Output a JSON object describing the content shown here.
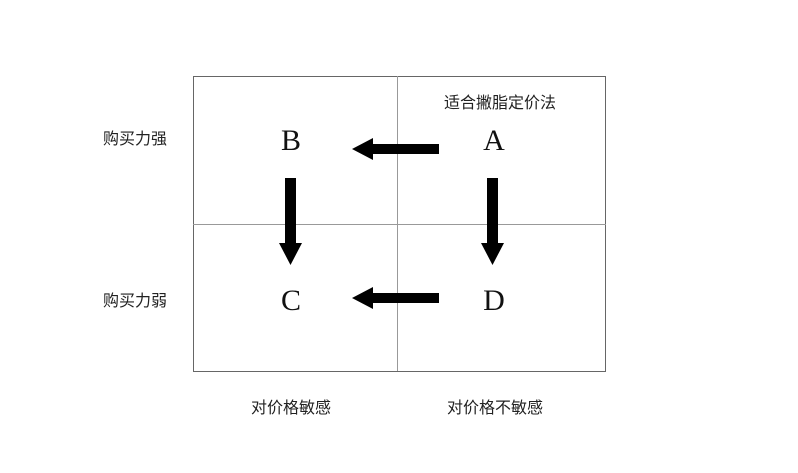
{
  "rows": [
    "购买力强",
    "购买力弱"
  ],
  "columns": [
    "对价格敏感",
    "对价格不敏感"
  ],
  "quadrants": {
    "top_left": "B",
    "top_right": "A",
    "bottom_left": "C",
    "bottom_right": "D"
  },
  "note": "适合撇脂定价法",
  "arrows": [
    {
      "from": "A",
      "to": "B"
    },
    {
      "from": "A",
      "to": "D"
    },
    {
      "from": "B",
      "to": "C"
    },
    {
      "from": "D",
      "to": "C"
    }
  ]
}
